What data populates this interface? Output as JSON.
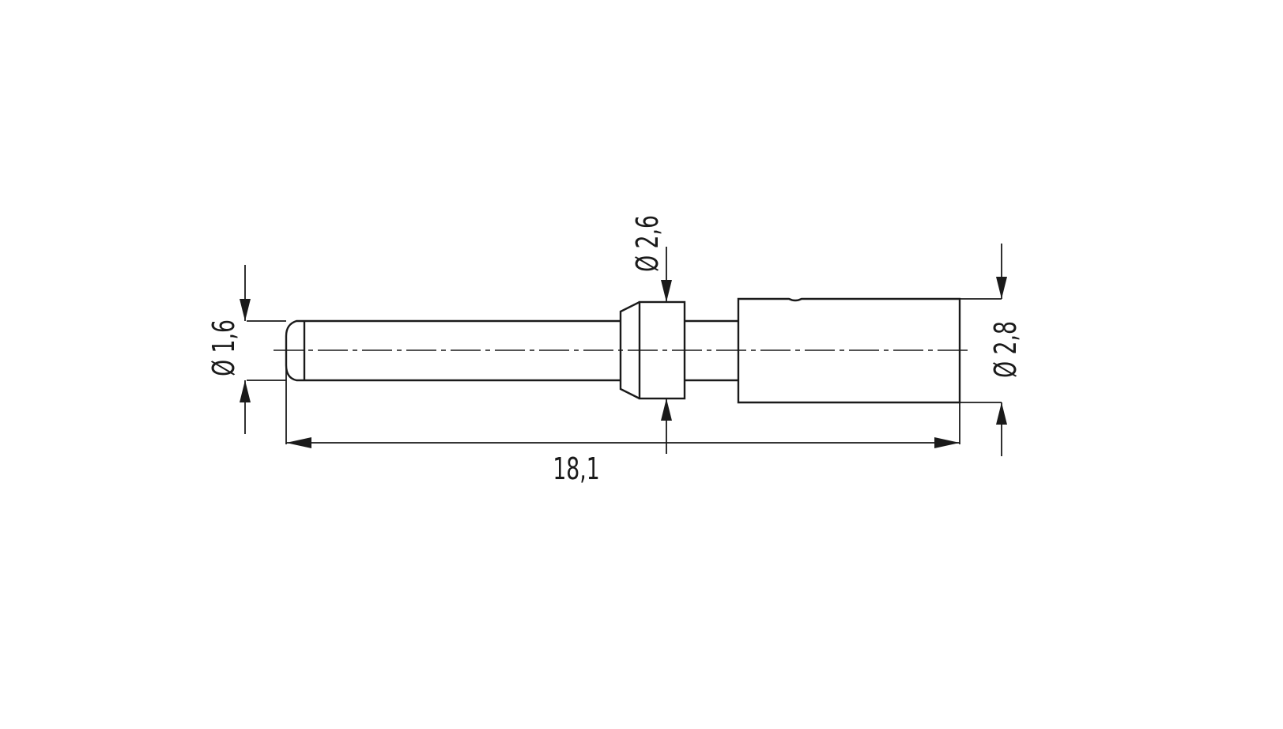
{
  "drawing": {
    "dimensions": {
      "tip_diameter": "Ø 1,6",
      "collar_diameter": "Ø 2,6",
      "body_diameter": "Ø 2,8",
      "overall_length": "18,1"
    },
    "line_color": "#1a1a1a",
    "background": "#ffffff"
  }
}
